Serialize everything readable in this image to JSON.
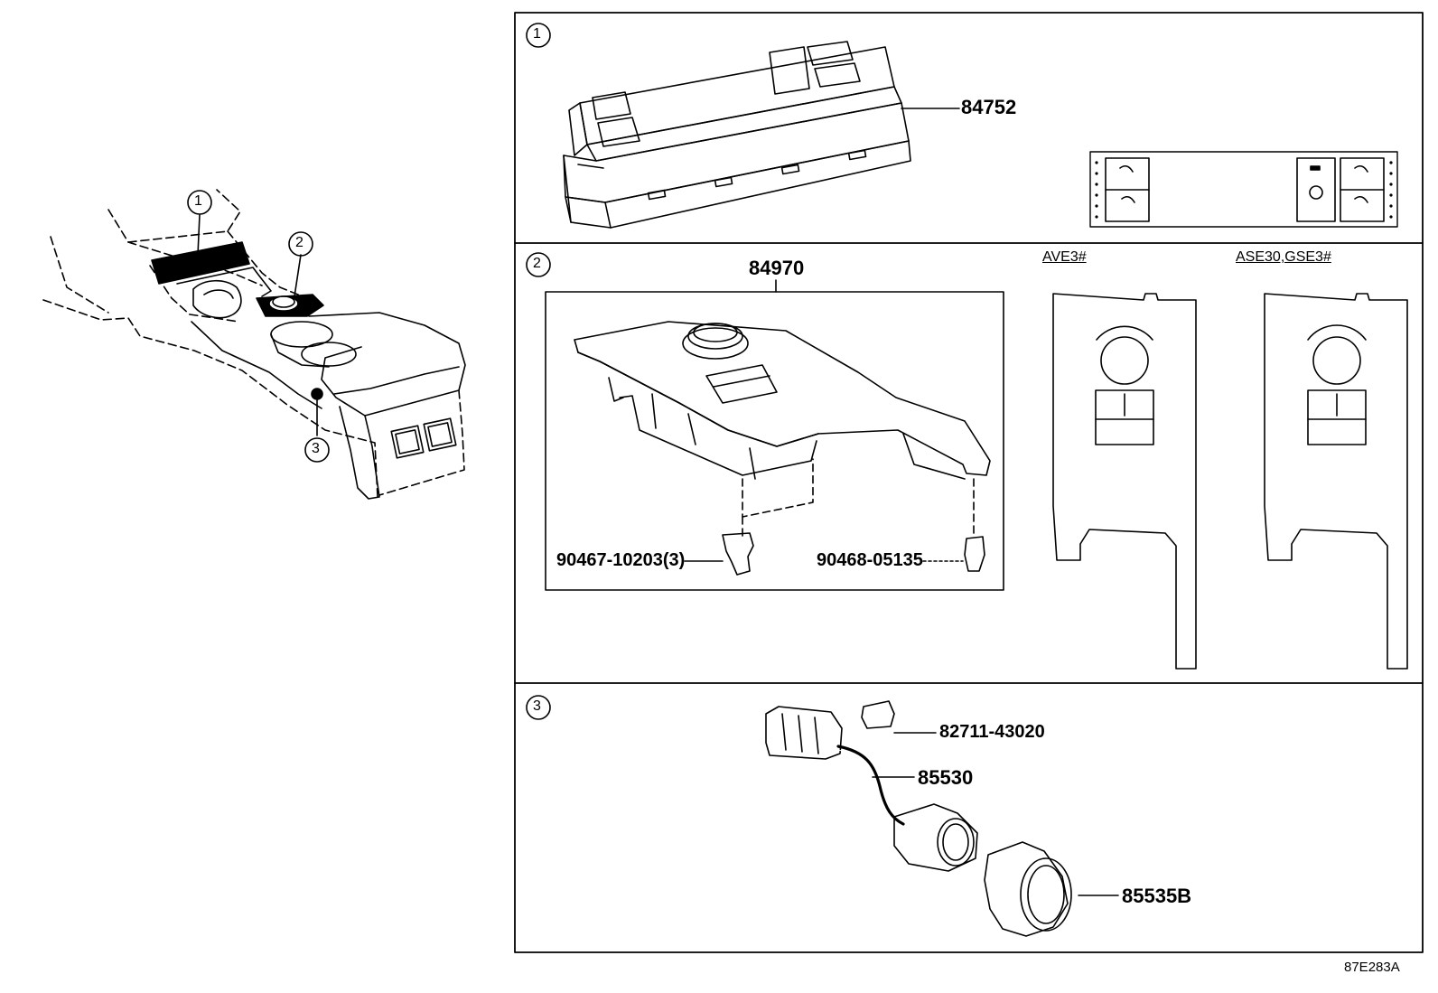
{
  "callouts": {
    "c1": "1",
    "c2": "2",
    "c3": "3"
  },
  "section1": {
    "part_number": "84752"
  },
  "section2": {
    "part_number": "84970",
    "clip_left": "90467-10203(3)",
    "clip_right": "90468-05135",
    "model_left": "AVE3#",
    "model_right": "ASE30,GSE3#"
  },
  "section3": {
    "part_connector": "82711-43020",
    "part_wire": "85530",
    "part_socket": "85535B"
  },
  "diagram_code": "87E283A"
}
